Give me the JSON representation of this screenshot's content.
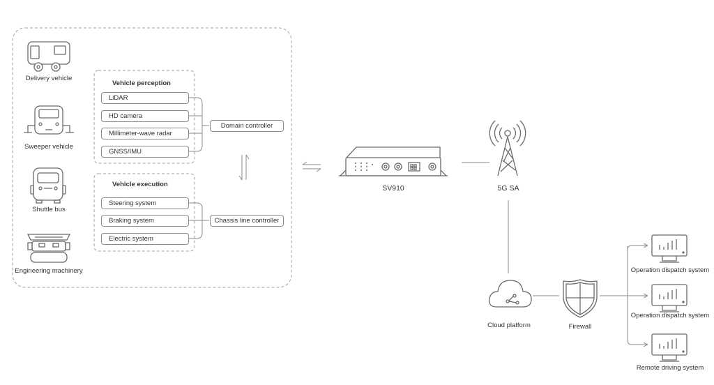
{
  "vehicles": [
    {
      "label": "Delivery vehicle",
      "icon": "delivery-vehicle-icon"
    },
    {
      "label": "Sweeper vehicle",
      "icon": "sweeper-vehicle-icon"
    },
    {
      "label": "Shuttle bus",
      "icon": "shuttle-bus-icon"
    },
    {
      "label": "Engineering machinery",
      "icon": "engineering-machinery-icon"
    }
  ],
  "perception": {
    "title": "Vehicle perception",
    "items": [
      "LiDAR",
      "HD camera",
      "Millimeter-wave radar",
      "GNSS/IMU"
    ],
    "controller": "Domain controller"
  },
  "execution": {
    "title": "Vehicle execution",
    "items": [
      "Steering system",
      "Braking system",
      "Electric system"
    ],
    "controller": "Chassis line controller"
  },
  "device": {
    "label": "SV910",
    "icon": "router-device-icon"
  },
  "network": {
    "label": "5G SA",
    "icon": "cell-tower-icon"
  },
  "cloud": {
    "label": "Cloud platform",
    "icon": "cloud-icon"
  },
  "firewall": {
    "label": "Firewall",
    "icon": "shield-icon"
  },
  "endpoints": [
    {
      "label": "Operation dispatch system",
      "icon": "monitor-chart-icon"
    },
    {
      "label": "Operation dispatch system",
      "icon": "monitor-chart-icon"
    },
    {
      "label": "Remote driving system",
      "icon": "monitor-chart-icon"
    }
  ],
  "colors": {
    "stroke": "#8a8a8a",
    "text": "#333333",
    "background": "#ffffff"
  }
}
